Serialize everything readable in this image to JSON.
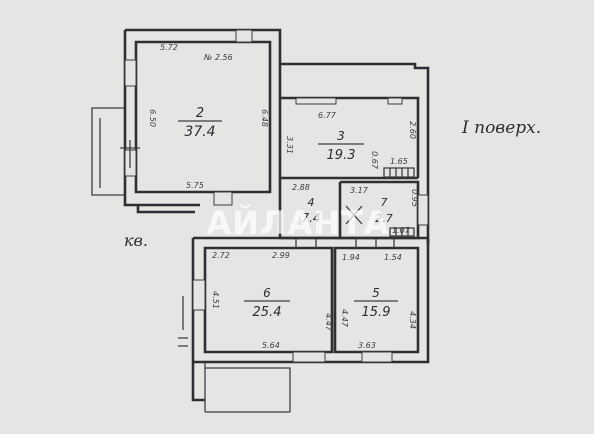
{
  "floor_label": "I поверх.",
  "kv_label": "кв.",
  "watermark": "АЙЛАНТА",
  "rooms": [
    {
      "number": "2",
      "area": "37.4"
    },
    {
      "number": "3",
      "area": "19.3"
    },
    {
      "number": "4",
      "area": "7.4"
    },
    {
      "number": "7",
      "area": "2.7"
    },
    {
      "number": "6",
      "area": "25.4"
    },
    {
      "number": "5",
      "area": "15.9"
    }
  ],
  "dimensions": {
    "r2_top": "5.72",
    "r2_top_right": "№ 2.56",
    "r2_left": "6.50",
    "r2_right": "6.48",
    "r2_bottom": "5.75",
    "r3_top": "6.77",
    "r3_left": "3.31",
    "r3_right": "2.60",
    "r3_bottom_right": "1.65",
    "r3_small": "0.67",
    "r4_top": "2.88",
    "r7_top": "3.17",
    "r7_right": "0.95",
    "r7_small": "1.07",
    "r6_top_left": "2.72",
    "r6_top": "2.99",
    "r6_left": "4.51",
    "r6_right": "4.47",
    "r6_bottom": "5.64",
    "r5_top_left": "1.94",
    "r5_top_right": "1.54",
    "r5_left": "4.47",
    "r5_right": "4.34",
    "r5_bottom": "3.63"
  }
}
